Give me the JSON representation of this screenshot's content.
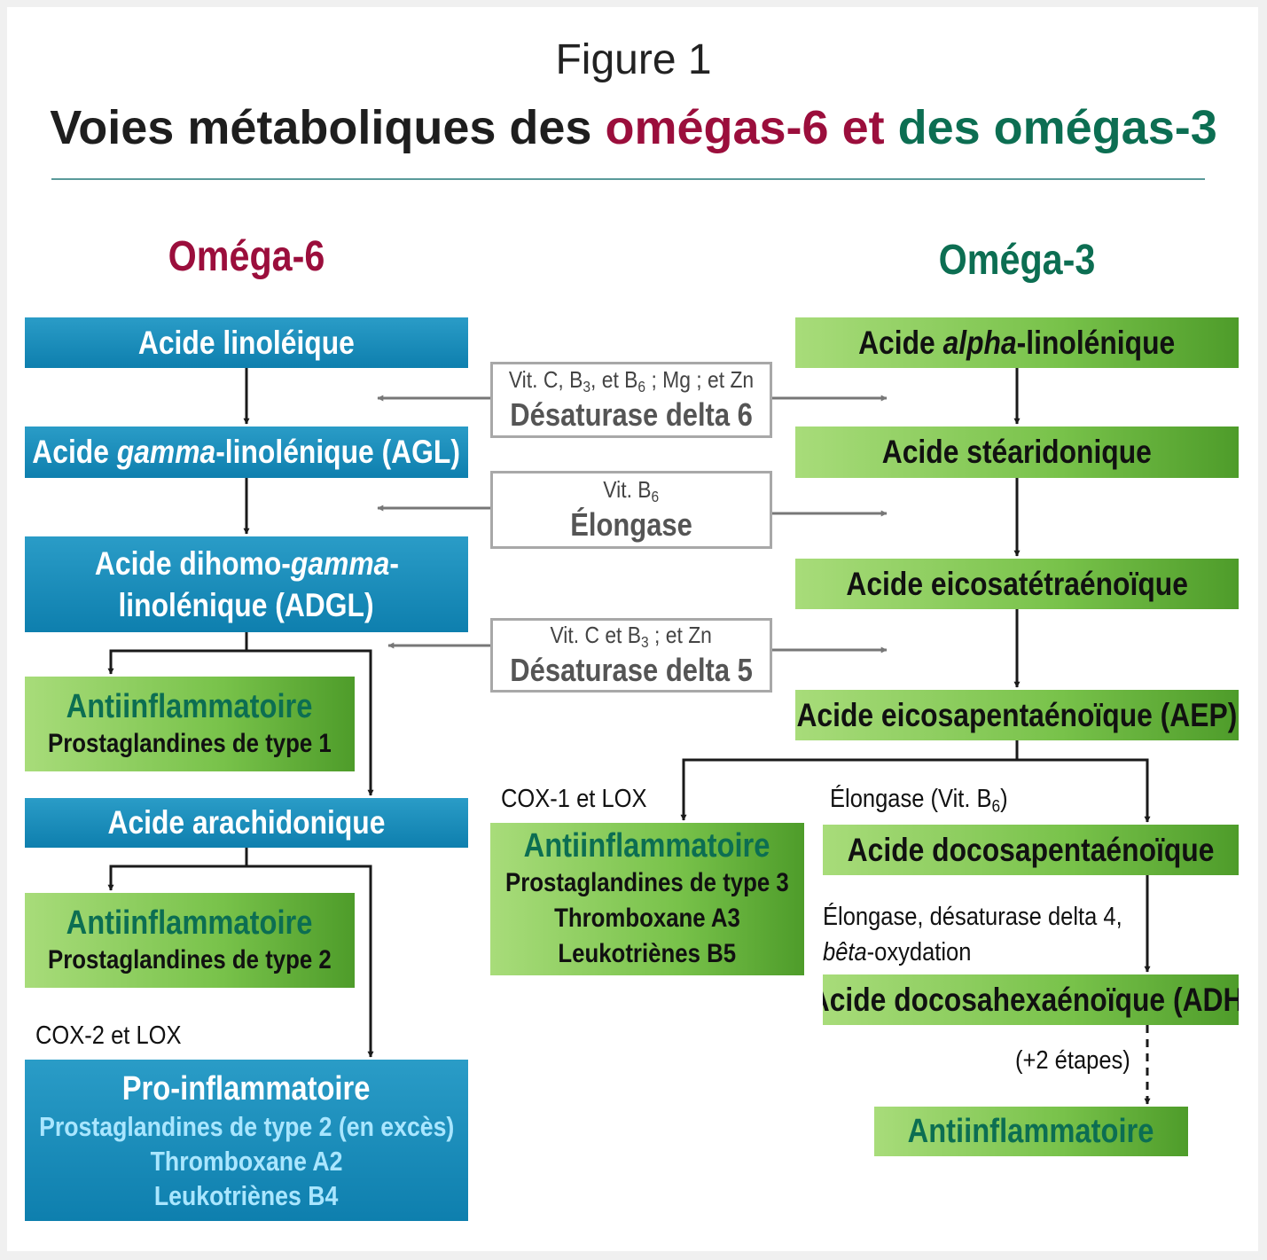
{
  "figure_label": "Figure 1",
  "title": {
    "part1": "Voies métaboliques des ",
    "omega6": "omégas-6",
    "and": " et ",
    "omega3": "des omégas-3"
  },
  "colors": {
    "omega6": "#9b0e3c",
    "omega3": "#0c6e52",
    "blue_box": "#1a8fbe",
    "green_box": "#78c24a"
  },
  "omega6": {
    "heading": "Oméga-6",
    "linoleic": "Acide linoléique",
    "agl": {
      "pre": "Acide ",
      "ital": "gamma",
      "post": "-linolénique (AGL)"
    },
    "adgl": {
      "line1_pre": "Acide dihomo-",
      "line1_ital": "gamma",
      "line1_post": "-",
      "line2": "linolénique (ADGL)"
    },
    "anti1": {
      "title": "Antiinflammatoire",
      "text": "Prostaglandines de type 1"
    },
    "arachidonic": "Acide arachidonique",
    "anti2": {
      "title": "Antiinflammatoire",
      "text": "Prostaglandines de type 2"
    },
    "cox_note": "COX-2 et LOX",
    "pro": {
      "title": "Pro-inflammatoire",
      "items": [
        "Prostaglandines de type 2 (en excès)",
        "Thromboxane A2",
        "Leukotriènes B4"
      ]
    }
  },
  "enzymes": {
    "d6": {
      "vit_pre": "Vit. C, B",
      "vit_sub1": "3",
      "vit_mid": ", et B",
      "vit_sub2": "6",
      "vit_post": " ; Mg ; et Zn",
      "name": "Désaturase delta 6"
    },
    "elong": {
      "vit_pre": "Vit. B",
      "vit_sub": "6",
      "name": "Élongase"
    },
    "d5": {
      "vit_pre": "Vit. C et B",
      "vit_sub": "3",
      "vit_post": " ; et Zn",
      "name": "Désaturase delta 5"
    }
  },
  "omega3": {
    "heading": "Oméga-3",
    "ala": {
      "pre": "Acide ",
      "ital": "alpha",
      "post": "-linolénique"
    },
    "stearidonic": "Acide stéaridonique",
    "eicosatetra": "Acide eicosatétraénoïque",
    "aep": "Acide eicosapentaénoïque (AEP)",
    "cox_note": "COX-1 et LOX",
    "anti3": {
      "title": "Antiinflammatoire",
      "items": [
        "Prostaglandines de type 3",
        "Thromboxane A3",
        "Leukotriènes B5"
      ]
    },
    "elong_note": {
      "pre": "Élongase (Vit. B",
      "sub": "6",
      "post": ")"
    },
    "dpa": "Acide docosapentaénoïque",
    "desat_note": {
      "line1": "Élongase, désaturase delta 4,",
      "line2_ital": "bêta",
      "line2_post": "-oxydation"
    },
    "adh": "Acide docosahexaénoïque (ADH)",
    "steps": "(+2 étapes)",
    "anti_final": "Antiinflammatoire"
  }
}
